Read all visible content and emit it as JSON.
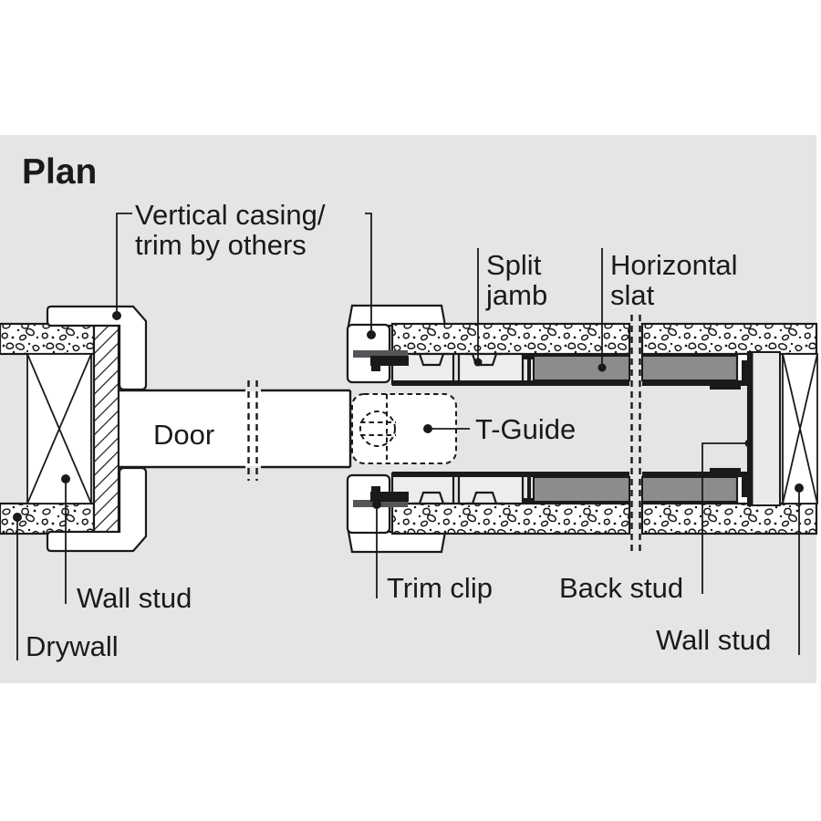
{
  "title": "Plan",
  "labels": {
    "vertical_casing": {
      "line1": "Vertical casing/",
      "line2": "trim by others"
    },
    "split_jamb": {
      "line1": "Split",
      "line2": "jamb"
    },
    "horizontal_slat": {
      "line1": "Horizontal",
      "line2": "slat"
    },
    "door": "Door",
    "t_guide": "T-Guide",
    "wall_stud_left": "Wall stud",
    "trim_clip": "Trim clip",
    "back_stud": "Back stud",
    "drywall": "Drywall",
    "wall_stud_right": "Wall stud"
  },
  "colors": {
    "plate_background": "#e4e5e7",
    "line": "#1a1a1a",
    "slat_gray": "#8b8c8e",
    "clip_gray": "#55565a",
    "component_white": "#ffffff",
    "jamb_fill": "#ededee",
    "channel_fill": "#e9eaeb"
  },
  "diagram_type": "pocket-door plan detail"
}
